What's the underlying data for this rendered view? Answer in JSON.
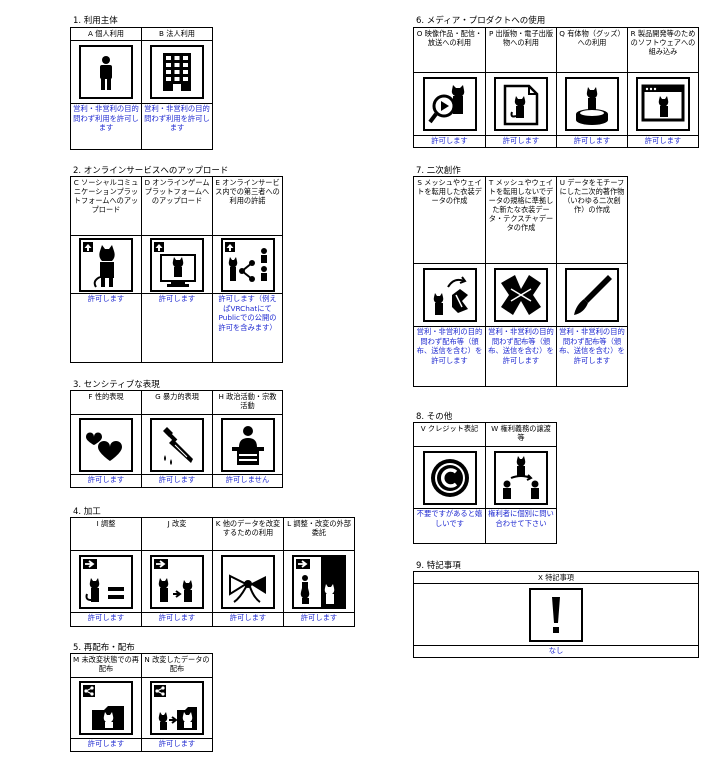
{
  "sections": [
    {
      "title": "1. 利用主体",
      "cols": [
        {
          "label": "A 個人利用",
          "icon": "person-icon",
          "perm": "営利・非営利の目的問わず利用を許可します"
        },
        {
          "label": "B 法人利用",
          "icon": "building-icon",
          "perm": "営利・非営利の目的問わず利用を許可します"
        }
      ]
    },
    {
      "title": "2. オンラインサービスへのアップロード",
      "cols": [
        {
          "label": "C ソーシャルコミュニケーションプラットフォームへのアップロード",
          "icon": "upload-social-icon",
          "perm": "許可します"
        },
        {
          "label": "D オンラインゲームプラットフォームへのアップロード",
          "icon": "upload-game-icon",
          "perm": "許可します"
        },
        {
          "label": "E オンラインサービス内での第三者への利用の許諾",
          "icon": "share-third-party-icon",
          "perm": "許可します（例えばVRChatにてPublicでの公開の許可を含みます）"
        }
      ]
    },
    {
      "title": "3. センシティブな表現",
      "cols": [
        {
          "label": "F 性的表現",
          "icon": "hearts-icon",
          "perm": "許可します"
        },
        {
          "label": "G 暴力的表現",
          "icon": "knife-icon",
          "perm": "許可します"
        },
        {
          "label": "H 政治活動・宗教活動",
          "icon": "podium-icon",
          "perm": "許可しません"
        }
      ]
    },
    {
      "title": "4. 加工",
      "cols": [
        {
          "label": "I 調整",
          "icon": "adjust-icon",
          "perm": "許可します"
        },
        {
          "label": "J 改変",
          "icon": "modify-icon",
          "perm": "許可します"
        },
        {
          "label": "K 他のデータを改変するための利用",
          "icon": "ribbon-icon",
          "perm": "許可します"
        },
        {
          "label": "L 調整・改変の外部委託",
          "icon": "outsource-icon",
          "perm": "許可します"
        }
      ]
    },
    {
      "title": "5. 再配布・配布",
      "cols": [
        {
          "label": "M 未改変状態での再配布",
          "icon": "redistribute-icon",
          "perm": "許可します"
        },
        {
          "label": "N 改変したデータの配布",
          "icon": "distribute-modified-icon",
          "perm": "許可します"
        }
      ]
    },
    {
      "title": "6. メディア・プロダクトへの使用",
      "cols": [
        {
          "label": "O 映像作品・配信・放送への利用",
          "icon": "video-icon",
          "perm": "許可します"
        },
        {
          "label": "P 出版物・電子出版物への利用",
          "icon": "publication-icon",
          "perm": "許可します"
        },
        {
          "label": "Q 有体物（グッズ）への利用",
          "icon": "goods-icon",
          "perm": "許可します"
        },
        {
          "label": "R 製品開発等のためのソフトウェアへの組み込み",
          "icon": "software-icon",
          "perm": "許可します"
        }
      ]
    },
    {
      "title": "7. 二次創作",
      "cols": [
        {
          "label": "S メッシュやウェイトを転用した衣装データの作成",
          "icon": "costume-icon",
          "perm": "営利・非営利の目的問わず配布等（頒布、送信を含む）を許可します"
        },
        {
          "label": "T メッシュやウェイトを転用しないでデータの規格に準拠した新たな衣装データ・テクスチャデータの作成",
          "icon": "new-costume-icon",
          "perm": "営利・非営利の目的問わず配布等（頒布、送信を含む）を許可します"
        },
        {
          "label": "U データをモチーフにした二次的著作物（いわゆる二次創作）の作成",
          "icon": "brush-icon",
          "perm": "営利・非営利の目的問わず配布等（頒布、送信を含む）を許可します"
        }
      ]
    },
    {
      "title": "8. その他",
      "cols": [
        {
          "label": "V クレジット表記",
          "icon": "copyright-icon",
          "perm": "不要ですがあると嬉しいです"
        },
        {
          "label": "W 権利義務の譲渡等",
          "icon": "transfer-icon",
          "perm": "権利者に個別に問い合わせて下さい"
        }
      ]
    },
    {
      "title": "9. 特記事項",
      "cols": [
        {
          "label": "X 特記事項",
          "icon": "exclamation-icon",
          "perm": "なし"
        }
      ]
    }
  ],
  "colors": {
    "permission_text": "#1f2ad1",
    "border": "#000000"
  }
}
